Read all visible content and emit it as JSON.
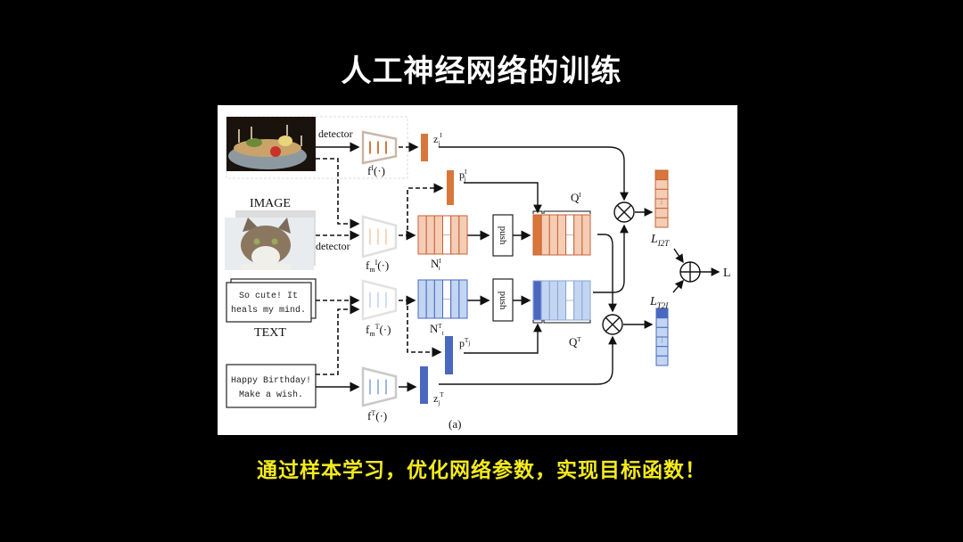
{
  "title": "人工神经网络的训练",
  "subtitle": "通过样本学习，优化网络参数，实现目标函数！",
  "diagram": {
    "image_label": "IMAGE",
    "text_label": "TEXT",
    "detector_top": "detector",
    "detector_mid": "detector",
    "text_sample_1": [
      "So cute! It",
      "heals my mind."
    ],
    "text_sample_2": [
      "Happy Birthday!",
      "Make a wish."
    ],
    "encoders": {
      "f_I": {
        "base": "f",
        "sub": "",
        "sup": "I",
        "tail": "(·)"
      },
      "fm_I": {
        "base": "f",
        "sub": "m",
        "sup": "I",
        "tail": "(·)"
      },
      "fm_T": {
        "base": "f",
        "sub": "m",
        "sup": "T",
        "tail": "(·)"
      },
      "f_T": {
        "base": "f",
        "sub": "",
        "sup": "T",
        "tail": "(·)"
      }
    },
    "vectors": {
      "z_I": {
        "base": "z",
        "sub": "j",
        "sup": "I"
      },
      "p_I": {
        "base": "p",
        "sub": "j",
        "sup": "I"
      },
      "p_T": {
        "base": "p",
        "sub": "j",
        "sup": "T"
      },
      "z_T": {
        "base": "z",
        "sub": "j",
        "sup": "T"
      }
    },
    "queues": {
      "N_I": {
        "base": "N",
        "sub": "t",
        "sup": "I"
      },
      "N_T": {
        "base": "N",
        "sub": "t",
        "sup": "T"
      },
      "Q_I": {
        "base": "Q",
        "sup": "I"
      },
      "Q_T": {
        "base": "Q",
        "sup": "T"
      }
    },
    "push_top": "push",
    "push_bottom": "push",
    "loss_i2t": {
      "base": "L",
      "sub": "I2T"
    },
    "loss_t2i": {
      "base": "L",
      "sub": "T2I"
    },
    "output": "L",
    "caption": "(a)",
    "colors": {
      "orange_dark": "#d9773a",
      "orange_light": "#f5cdb4",
      "blue_dark": "#4a68c0",
      "blue_light": "#c3d6f1"
    }
  }
}
